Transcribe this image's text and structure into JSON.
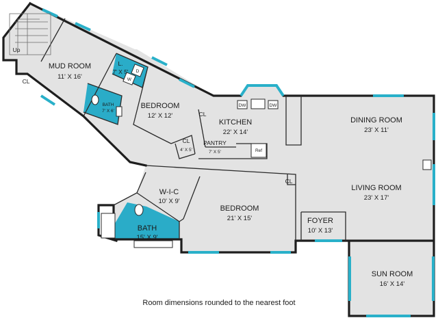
{
  "rooms": {
    "mud_room": {
      "name": "MUD ROOM",
      "dims": "11' X 16'"
    },
    "laundry": {
      "name": "L.",
      "dims": "7' X 5'"
    },
    "bath_small": {
      "name": "BATH",
      "dims": "7' X 6'"
    },
    "bedroom_1": {
      "name": "BEDROOM",
      "dims": "12' X 12'"
    },
    "kitchen": {
      "name": "KITCHEN",
      "dims": "22' X 14'"
    },
    "pantry": {
      "name": "PANTRY",
      "dims": "7' X 5'"
    },
    "closet_hall": {
      "name": "CL",
      "dims": "4' X 5'"
    },
    "dining_room": {
      "name": "DINING ROOM",
      "dims": "23' X 11'"
    },
    "living_room": {
      "name": "LIVING ROOM",
      "dims": "23' X 17'"
    },
    "wic": {
      "name": "W-I-C",
      "dims": "10' X 9'"
    },
    "bedroom_2": {
      "name": "BEDROOM",
      "dims": "21' X 15'"
    },
    "bath_main": {
      "name": "BATH",
      "dims": "15' X 9'"
    },
    "foyer": {
      "name": "FOYER",
      "dims": "10' X 13'"
    },
    "sun_room": {
      "name": "SUN ROOM",
      "dims": "16' X 14'"
    }
  },
  "labels": {
    "up": "Up",
    "closet": "CL",
    "washer": "W",
    "dryer": "D",
    "dishwasher": "DW",
    "refrigerator": "Ref"
  },
  "footer": "Room dimensions rounded to the nearest foot"
}
